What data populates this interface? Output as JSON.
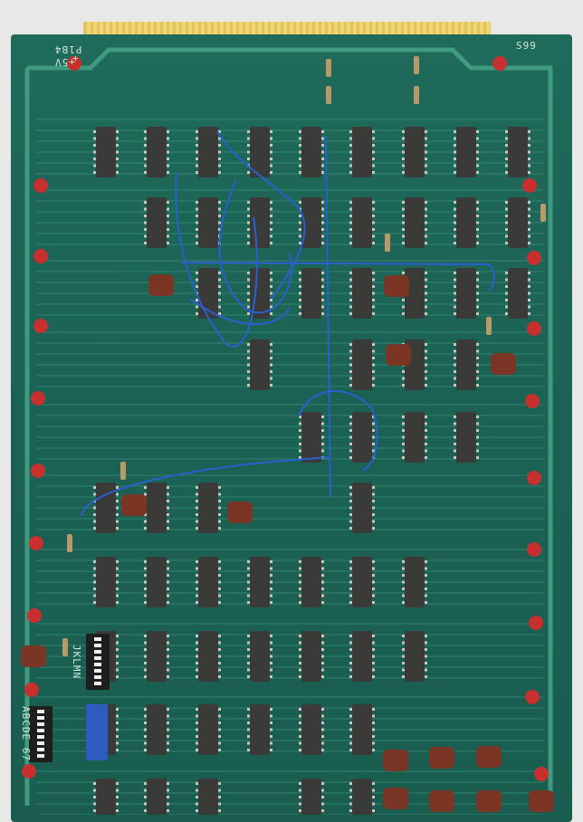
{
  "board": {
    "connector_label": "P1B4",
    "voltage_label": "+5V",
    "plus_label": "+",
    "corner_label": "S99",
    "switch_label_upper": "JKLMN",
    "switch_label_lower": "ABCDE 67"
  },
  "colors": {
    "pcb": "#1c6355",
    "trace": "#3f9a7f",
    "gold": "#e2c45a",
    "chip": "#3a3a38",
    "jumper_wire": "#2a5fd0",
    "capacitor": "#c7302f",
    "ceramic_cap": "#7a3524",
    "dip_switch_blue": "#2d5bc0"
  }
}
